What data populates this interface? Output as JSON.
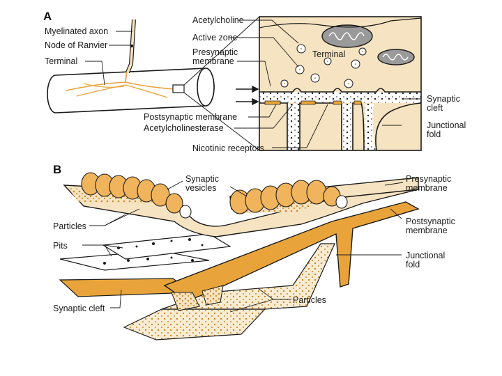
{
  "panel_a": {
    "letter": "A",
    "labels": {
      "myelinated_axon": "Myelinated axon",
      "node_of_ranvier": "Node of Ranvier",
      "terminal_left": "Terminal",
      "acetylcholine": "Acetylcholine",
      "active_zone": "Active zone",
      "presynaptic_membrane_1": "Presynaptic",
      "presynaptic_membrane_2": "membrane",
      "terminal_inset": "Terminal",
      "synaptic_cleft_1": "Synaptic",
      "synaptic_cleft_2": "cleft",
      "postsynaptic_membrane": "Postsynaptic membrane",
      "acetylcholinesterase": "Acetylcholinesterase",
      "junctional_fold_1": "Junctional",
      "junctional_fold_2": "fold",
      "nicotinic_receptors": "Nicotinic receptors"
    }
  },
  "panel_b": {
    "letter": "B",
    "labels": {
      "synaptic_vesicles_1": "Synaptic",
      "synaptic_vesicles_2": "vesicles",
      "presynaptic_membrane_1": "Presynaptic",
      "presynaptic_membrane_2": "membrane",
      "particles_left": "Particles",
      "postsynaptic_membrane_1": "Postsynaptic",
      "postsynaptic_membrane_2": "membrane",
      "pits": "Pits",
      "junctional_fold_1": "Junctional",
      "junctional_fold_2": "fold",
      "particles_right": "Particles",
      "synaptic_cleft": "Synaptic cleft"
    }
  },
  "colors": {
    "terminal_fill": "#f6e3c1",
    "vesicle_orange": "#f0b45c",
    "postsynaptic_orange": "#e8a43a",
    "particle_brown": "#c98b2e",
    "outline": "#1a1a1a",
    "mitochondrion_gray": "#9a9a9a"
  }
}
